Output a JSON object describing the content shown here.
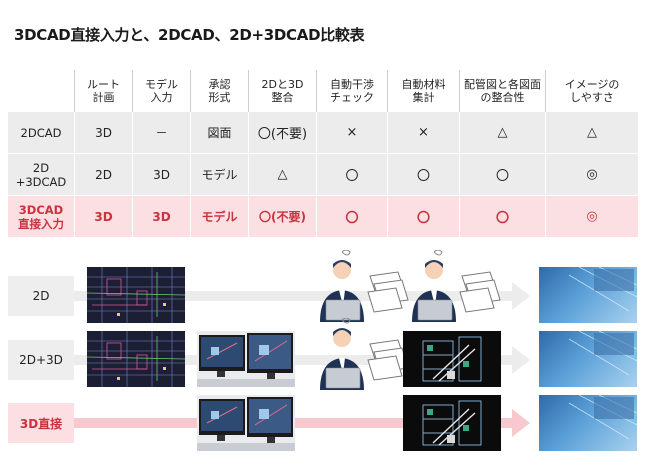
{
  "title": "3DCAD直接入力と、2DCAD、2D+3DCAD比較表",
  "table": {
    "headers": [
      "",
      "ルート\n計画",
      "モデル\n入力",
      "承認\n形式",
      "2Dと3D\n整合",
      "自動干渉\nチェック",
      "自動材料\n集計",
      "配管図と各図面\nの整合性",
      "イメージの\nしやすさ"
    ],
    "rows": [
      {
        "label": "2DCAD",
        "cells": [
          "3D",
          "－",
          "図面",
          "〇(不要)",
          "×",
          "×",
          "△",
          "△"
        ]
      },
      {
        "label": "2D\n+3DCAD",
        "cells": [
          "2D",
          "3D",
          "モデル",
          "△",
          "〇",
          "〇",
          "〇",
          "◎"
        ]
      },
      {
        "label": "3DCAD\n直接入力",
        "cells": [
          "3D",
          "3D",
          "モデル",
          "〇(不要)",
          "〇",
          "〇",
          "〇",
          "◎"
        ]
      }
    ]
  },
  "flow": {
    "rows": [
      {
        "label": "2D"
      },
      {
        "label": "2D+3D"
      },
      {
        "label": "3D直接"
      }
    ]
  },
  "colors": {
    "highlight_text": "#c8333e",
    "highlight_bg": "#fbdfe2",
    "gray_bg": "#ececec"
  }
}
